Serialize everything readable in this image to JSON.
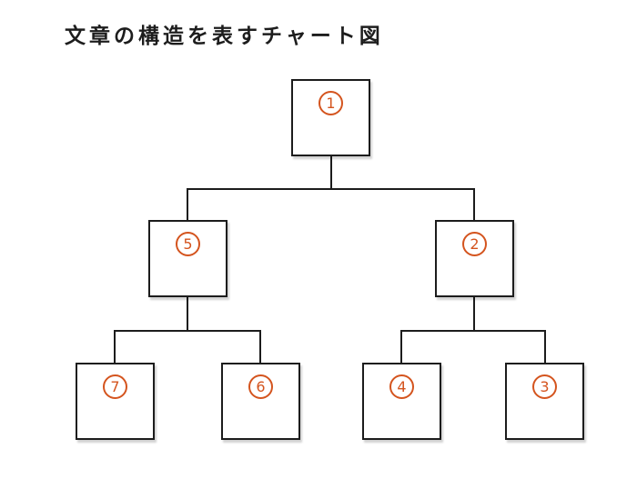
{
  "title": "文章の構造を表すチャート図",
  "diagram": {
    "type": "tree",
    "colors": {
      "background": "#ffffff",
      "box_border": "#1c1c1c",
      "connector_line": "#1c1c1c",
      "circled_number": "#d4541e"
    },
    "nodes": {
      "n1": {
        "number": "1",
        "circled_label": "①"
      },
      "n2": {
        "number": "2",
        "circled_label": "②"
      },
      "n3": {
        "number": "3",
        "circled_label": "③"
      },
      "n4": {
        "number": "4",
        "circled_label": "④"
      },
      "n5": {
        "number": "5",
        "circled_label": "⑤"
      },
      "n6": {
        "number": "6",
        "circled_label": "⑥"
      },
      "n7": {
        "number": "7",
        "circled_label": "⑦"
      }
    },
    "edges": [
      {
        "parent": "①",
        "child": "⑤"
      },
      {
        "parent": "①",
        "child": "②"
      },
      {
        "parent": "⑤",
        "child": "⑦"
      },
      {
        "parent": "⑤",
        "child": "⑥"
      },
      {
        "parent": "②",
        "child": "④"
      },
      {
        "parent": "②",
        "child": "③"
      }
    ]
  }
}
